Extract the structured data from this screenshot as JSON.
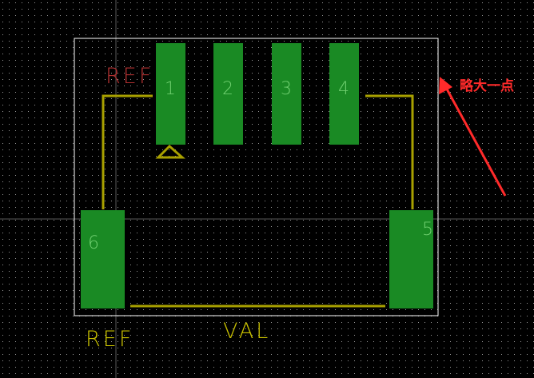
{
  "colors": {
    "background": "#000000",
    "grid_dot": "#9a9a9a",
    "crosshair": "#5a5a5a",
    "pad": "#1a8a24",
    "pad_label": "#6fcf6f",
    "outline": "#ffffff",
    "silkscreen": "#a8a000",
    "ref_red": "#b03030",
    "ref_yellow": "#c8c000",
    "val_yellow": "#c8c000",
    "annotation_red": "#ff2a2a"
  },
  "labels": {
    "ref_top": "REF",
    "ref_bottom": "REF",
    "val": "VAL"
  },
  "pads": [
    {
      "number": "1"
    },
    {
      "number": "2"
    },
    {
      "number": "3"
    },
    {
      "number": "4"
    },
    {
      "number": "5"
    },
    {
      "number": "6"
    }
  ],
  "annotation": {
    "text": "略大一点"
  }
}
